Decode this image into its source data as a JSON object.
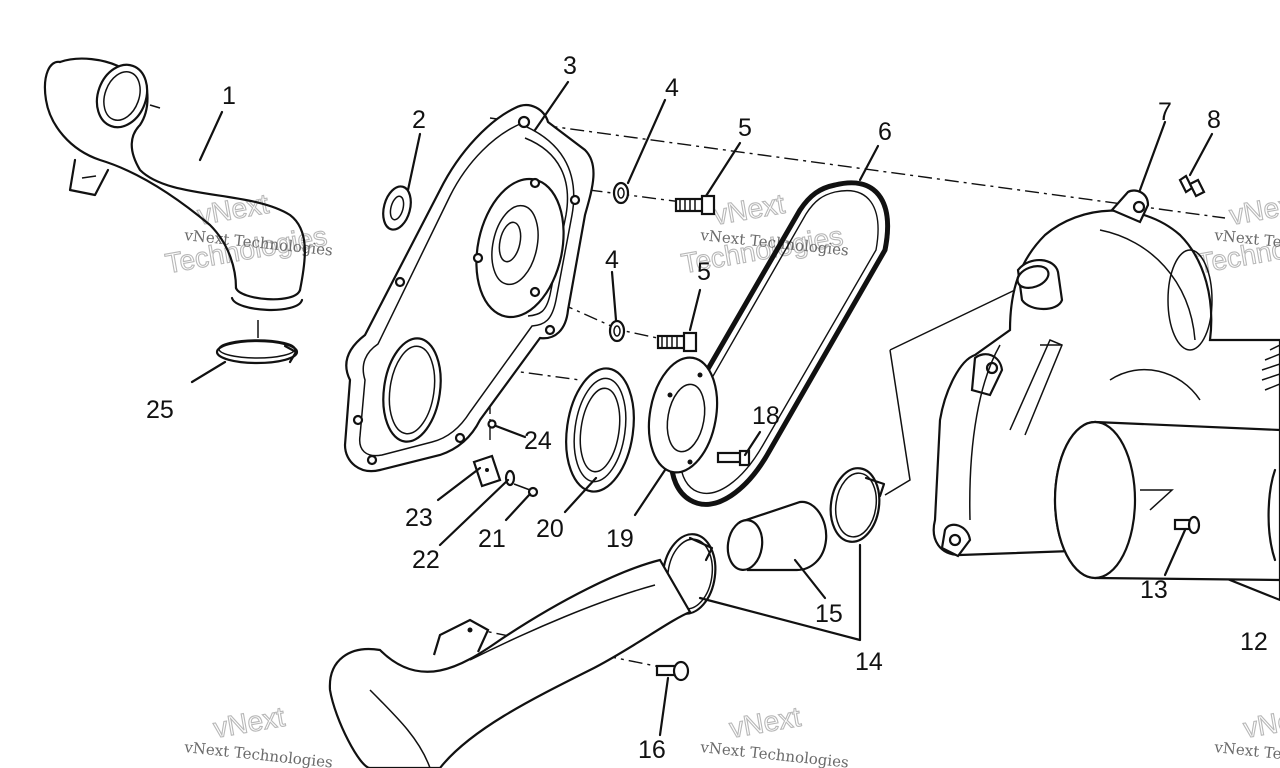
{
  "diagram": {
    "callouts": [
      {
        "id": "1",
        "text": "1"
      },
      {
        "id": "2",
        "text": "2"
      },
      {
        "id": "3",
        "text": "3"
      },
      {
        "id": "4a",
        "text": "4"
      },
      {
        "id": "4b",
        "text": "4"
      },
      {
        "id": "5a",
        "text": "5"
      },
      {
        "id": "5b",
        "text": "5"
      },
      {
        "id": "6",
        "text": "6"
      },
      {
        "id": "7",
        "text": "7"
      },
      {
        "id": "8",
        "text": "8"
      },
      {
        "id": "12",
        "text": "12"
      },
      {
        "id": "13",
        "text": "13"
      },
      {
        "id": "14",
        "text": "14"
      },
      {
        "id": "15",
        "text": "15"
      },
      {
        "id": "16",
        "text": "16"
      },
      {
        "id": "18",
        "text": "18"
      },
      {
        "id": "19",
        "text": "19"
      },
      {
        "id": "20",
        "text": "20"
      },
      {
        "id": "21",
        "text": "21"
      },
      {
        "id": "22",
        "text": "22"
      },
      {
        "id": "23",
        "text": "23"
      },
      {
        "id": "24",
        "text": "24"
      },
      {
        "id": "25",
        "text": "25"
      }
    ]
  },
  "watermark": {
    "line1": "vNext Technologies",
    "big_top": "vNext",
    "big_bottom": "Technologies"
  }
}
